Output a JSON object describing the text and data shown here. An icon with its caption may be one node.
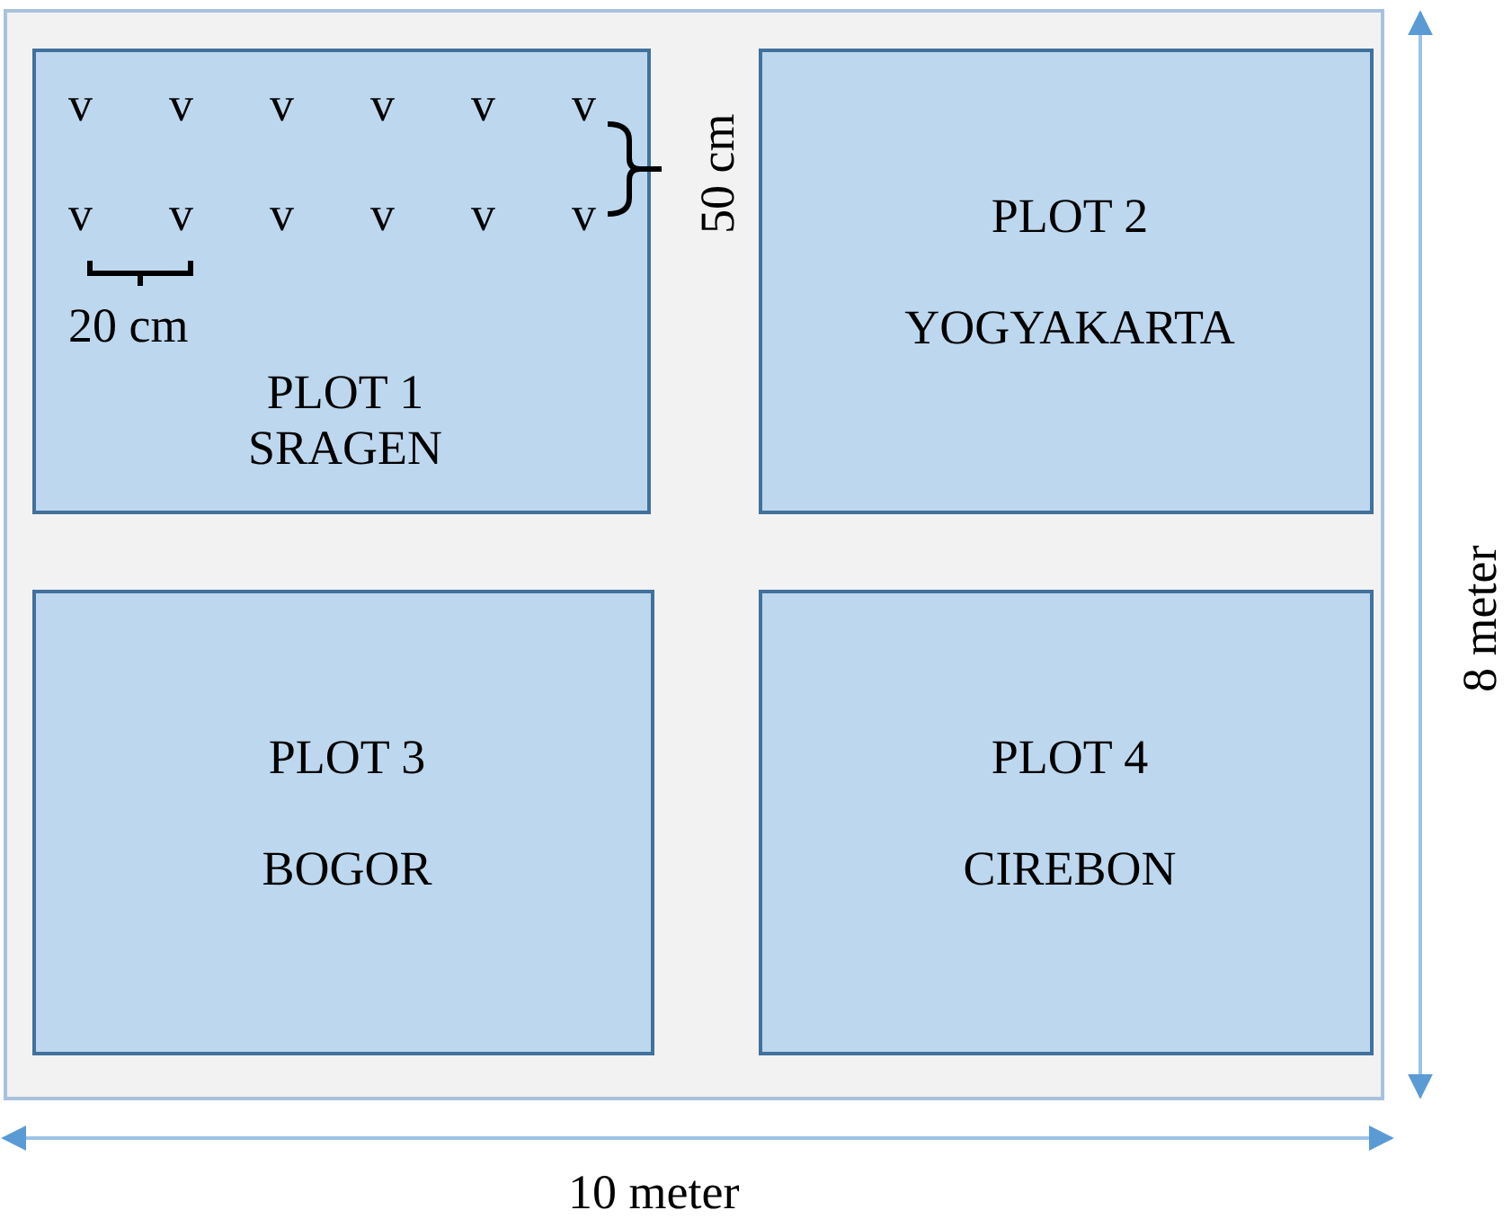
{
  "diagram": {
    "nodes": [
      {
        "text": [],
        "shape": "box"
      },
      {
        "text": [
          "PLOT 1 SRAGEN"
        ],
        "in": 0
      },
      {
        "text": [
          "PLOT 2",
          "YOGYAKARTA"
        ],
        "in": 0
      },
      {
        "text": [
          "PLOT 3",
          "BOGOR"
        ],
        "in": 0
      },
      {
        "text": [
          "PLOT 4",
          "CIREBON"
        ],
        "in": 0
      }
    ],
    "labels": [
      "v",
      "v",
      "v",
      "v",
      "v",
      "v",
      "50 cm",
      "v",
      "v",
      "v",
      "v",
      "v",
      "v",
      "20 cm",
      "8 meter",
      "10 meter"
    ]
  }
}
